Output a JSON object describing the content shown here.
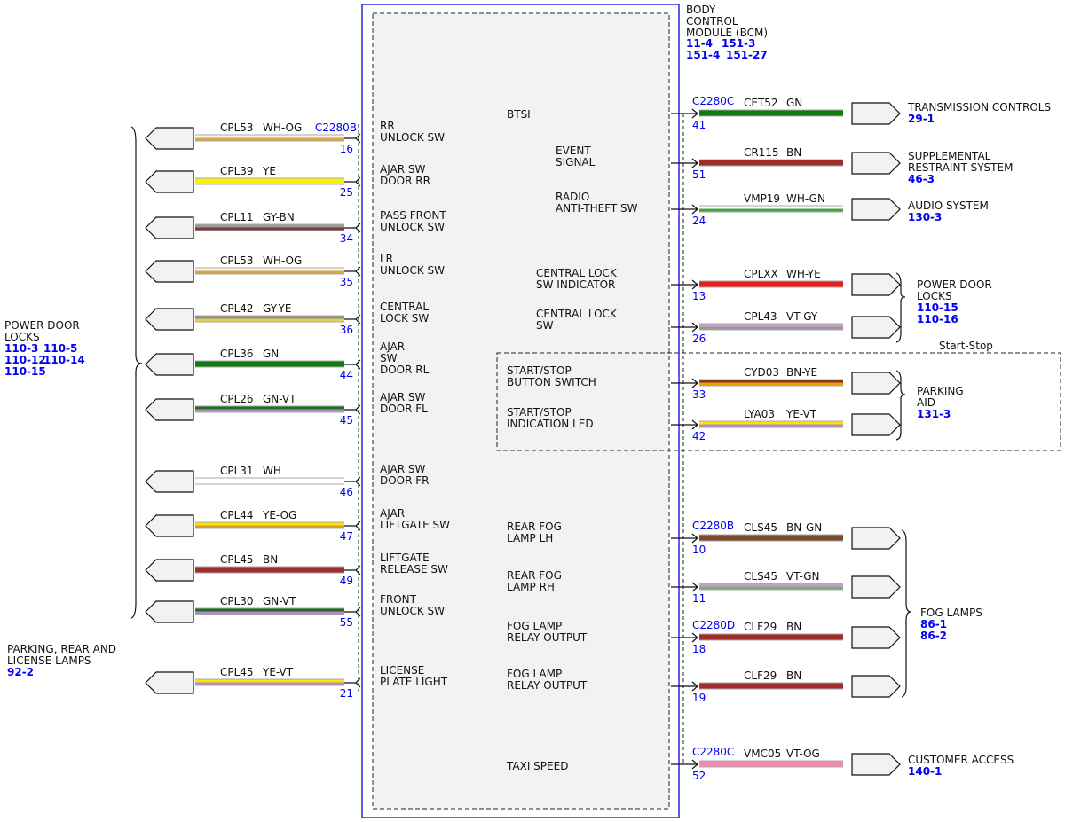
{
  "module": {
    "title_lines": [
      "BODY",
      "CONTROL",
      "MODULE (BCM)"
    ],
    "refs": [
      [
        "11-4",
        "151-3"
      ],
      [
        "151-4",
        "151-27"
      ]
    ],
    "colors": {
      "border": "#2a2ad8",
      "fill": "#f2f2f2",
      "refs": "#0000ee"
    }
  },
  "start_stop_label": "Start-Stop",
  "left_wires": [
    {
      "id": "l1",
      "circuit": "CPL53",
      "color": "WH-OG",
      "pin": "16",
      "connector": "C2280B",
      "label": [
        "RR",
        "UNLOCK SW"
      ],
      "stripe": [
        "#fff5e6",
        "#d4a64a"
      ]
    },
    {
      "id": "l2",
      "circuit": "CPL39",
      "color": "YE",
      "pin": "25",
      "label": [
        "AJAR SW",
        "DOOR RR"
      ],
      "stripe": [
        "#f7f200",
        "#f7f200"
      ]
    },
    {
      "id": "l3",
      "circuit": "CPL11",
      "color": "GY-BN",
      "pin": "34",
      "label": [
        "PASS FRONT",
        "UNLOCK SW"
      ],
      "stripe": [
        "#9a9a9a",
        "#7a3a3a"
      ]
    },
    {
      "id": "l4",
      "circuit": "CPL53",
      "color": "WH-OG",
      "pin": "35",
      "label": [
        "LR",
        "UNLOCK SW"
      ],
      "stripe": [
        "#fff5e6",
        "#d4a64a"
      ]
    },
    {
      "id": "l5",
      "circuit": "CPL42",
      "color": "GY-YE",
      "pin": "36",
      "label": [
        "CENTRAL",
        "LOCK SW"
      ],
      "stripe": [
        "#8a8a8a",
        "#e6d24a"
      ]
    },
    {
      "id": "l6",
      "circuit": "CPL36",
      "color": "GN",
      "pin": "44",
      "label": [
        "AJAR",
        "SW",
        "DOOR RL"
      ],
      "stripe": [
        "#117a11",
        "#117a11"
      ]
    },
    {
      "id": "l7",
      "circuit": "CPL26",
      "color": "GN-VT",
      "pin": "45",
      "label": [
        "AJAR SW",
        "DOOR FL"
      ],
      "stripe": [
        "#1e6e1e",
        "#b58ac8"
      ]
    },
    {
      "id": "l8",
      "circuit": "CPL31",
      "color": "WH",
      "pin": "46",
      "label": [
        "AJAR SW",
        "DOOR FR"
      ],
      "stripe": [
        "#ffffff",
        "#ffffff"
      ]
    },
    {
      "id": "l9",
      "circuit": "CPL44",
      "color": "YE-OG",
      "pin": "47",
      "label": [
        "AJAR",
        "LIFTGATE SW"
      ],
      "stripe": [
        "#f7e600",
        "#d99a2a"
      ]
    },
    {
      "id": "l10",
      "circuit": "CPL45",
      "color": "BN",
      "pin": "49",
      "label": [
        "LIFTGATE",
        "RELEASE SW"
      ],
      "stripe": [
        "#a12c2c",
        "#a12c2c"
      ]
    },
    {
      "id": "l11",
      "circuit": "CPL30",
      "color": "GN-VT",
      "pin": "55",
      "label": [
        "FRONT",
        "UNLOCK SW"
      ],
      "stripe": [
        "#1e6e1e",
        "#b58ac8"
      ]
    },
    {
      "id": "l12",
      "circuit": "CPL45",
      "color": "YE-VT",
      "pin": "21",
      "label": [
        "LICENSE",
        "PLATE LIGHT"
      ],
      "stripe": [
        "#f7e600",
        "#b58ac8"
      ]
    }
  ],
  "right_wires": [
    {
      "id": "r1",
      "circuit": "CET52",
      "color": "GN",
      "pin": "41",
      "connector": "C2280C",
      "label": [
        "BTSI"
      ],
      "stripe": [
        "#0f7a0f",
        "#0f7a0f"
      ]
    },
    {
      "id": "r2",
      "circuit": "CR115",
      "color": "BN",
      "pin": "51",
      "label": [
        "EVENT",
        "SIGNAL"
      ],
      "stripe": [
        "#a12c2c",
        "#a12c2c"
      ]
    },
    {
      "id": "r3",
      "circuit": "VMP19",
      "color": "WH-GN",
      "pin": "24",
      "label": [
        "RADIO",
        "ANTI-THEFT SW"
      ],
      "stripe": [
        "#ffffff",
        "#4aa04a"
      ]
    },
    {
      "id": "r4",
      "circuit": "CPLXX",
      "color": "WH-YE",
      "pin": "13",
      "label": [
        "CENTRAL LOCK",
        "SW INDICATOR"
      ],
      "stripe": [
        "#e61e1e",
        "#e61e1e"
      ]
    },
    {
      "id": "r5",
      "circuit": "CPL43",
      "color": "VT-GY",
      "pin": "26",
      "label": [
        "CENTRAL LOCK",
        "SW"
      ],
      "stripe": [
        "#d89ad8",
        "#9a9a9a"
      ]
    },
    {
      "id": "r6",
      "circuit": "CYD03",
      "color": "BN-YE",
      "pin": "33",
      "label": [
        "START/STOP",
        "BUTTON SWITCH"
      ],
      "stripe": [
        "#8a3a1a",
        "#e6a000"
      ]
    },
    {
      "id": "r7",
      "circuit": "LYA03",
      "color": "YE-VT",
      "pin": "42",
      "label": [
        "START/STOP",
        "INDICATION LED"
      ],
      "stripe": [
        "#f7e600",
        "#b58ac8"
      ]
    },
    {
      "id": "r8",
      "circuit": "CLS45",
      "color": "BN-GN",
      "pin": "10",
      "connector": "C2280B",
      "label": [
        "REAR FOG",
        "LAMP LH"
      ],
      "stripe": [
        "#7a4a2a",
        "#7a4a2a"
      ]
    },
    {
      "id": "r9",
      "circuit": "CLS45",
      "color": "VT-GN",
      "pin": "11",
      "label": [
        "REAR FOG",
        "LAMP RH"
      ],
      "stripe": [
        "#c89ad8",
        "#7ab07a"
      ]
    },
    {
      "id": "r10",
      "circuit": "CLF29",
      "color": "BN",
      "pin": "18",
      "connector": "C2280D",
      "label": [
        "FOG LAMP",
        "RELAY OUTPUT"
      ],
      "stripe": [
        "#a12c2c",
        "#a12c2c"
      ]
    },
    {
      "id": "r11",
      "circuit": "CLF29",
      "color": "BN",
      "pin": "19",
      "label": [
        "FOG LAMP",
        "RELAY OUTPUT"
      ],
      "stripe": [
        "#a12c2c",
        "#a12c2c"
      ]
    },
    {
      "id": "r12",
      "circuit": "VMC05",
      "color": "VT-OG",
      "pin": "52",
      "connector": "C2280C",
      "label": [
        "TAXI SPEED"
      ],
      "stripe": [
        "#f08ab0",
        "#f08ab0"
      ]
    }
  ],
  "left_groups": [
    {
      "id": "power-door-locks-left",
      "name": [
        "POWER DOOR",
        "LOCKS"
      ],
      "refs": [
        [
          "110-3",
          "110-5"
        ],
        [
          "110-12",
          "110-14"
        ],
        [
          "110-15"
        ]
      ]
    },
    {
      "id": "parking-rear-license-lamps",
      "name": [
        "PARKING, REAR AND",
        "LICENSE LAMPS"
      ],
      "refs": [
        [
          "92-2"
        ]
      ]
    }
  ],
  "right_groups": [
    {
      "id": "transmission-controls",
      "name": [
        "TRANSMISSION CONTROLS"
      ],
      "refs": [
        "29-1"
      ]
    },
    {
      "id": "supplemental-restraint-system",
      "name": [
        "SUPPLEMENTAL",
        "RESTRAINT SYSTEM"
      ],
      "refs": [
        "46-3"
      ]
    },
    {
      "id": "audio-system",
      "name": [
        "AUDIO SYSTEM"
      ],
      "refs": [
        "130-3"
      ]
    },
    {
      "id": "power-door-locks-right",
      "name": [
        "POWER DOOR",
        "LOCKS"
      ],
      "refs": [
        "110-15",
        "110-16"
      ]
    },
    {
      "id": "parking-aid",
      "name": [
        "PARKING",
        "AID"
      ],
      "refs": [
        "131-3"
      ]
    },
    {
      "id": "fog-lamps",
      "name": [
        "FOG LAMPS"
      ],
      "refs": [
        "86-1",
        "86-2"
      ]
    },
    {
      "id": "customer-access",
      "name": [
        "CUSTOMER ACCESS"
      ],
      "refs": [
        "140-1"
      ]
    }
  ]
}
